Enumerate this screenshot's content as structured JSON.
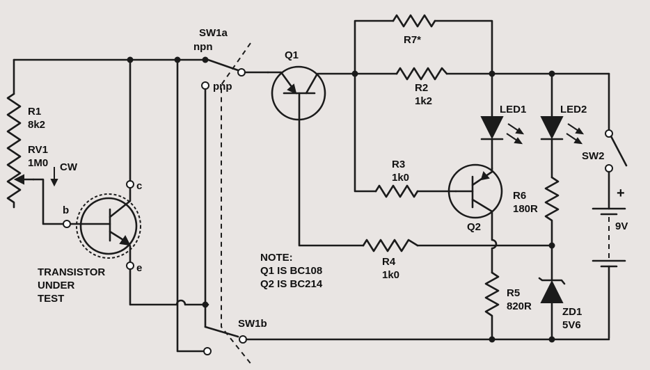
{
  "components": {
    "r1": {
      "ref": "R1",
      "value": "8k2"
    },
    "rv1": {
      "ref": "RV1",
      "value": "1M0",
      "note": "CW"
    },
    "r2": {
      "ref": "R2",
      "value": "1k2"
    },
    "r3": {
      "ref": "R3",
      "value": "1k0"
    },
    "r4": {
      "ref": "R4",
      "value": "1k0"
    },
    "r5": {
      "ref": "R5",
      "value": "820R"
    },
    "r6": {
      "ref": "R6",
      "value": "180R"
    },
    "r7": {
      "ref": "R7*"
    },
    "q1": {
      "ref": "Q1"
    },
    "q2": {
      "ref": "Q2"
    },
    "led1": {
      "ref": "LED1"
    },
    "led2": {
      "ref": "LED2"
    },
    "zd1": {
      "ref": "ZD1",
      "value": "5V6"
    },
    "sw1a": {
      "ref": "SW1a",
      "pos1": "npn",
      "pos2": "pnp"
    },
    "sw1b": {
      "ref": "SW1b"
    },
    "sw2": {
      "ref": "SW2"
    },
    "battery": {
      "value": "9V",
      "polarity": "+"
    }
  },
  "dut": {
    "line1": "TRANSISTOR",
    "line2": "UNDER",
    "line3": "TEST",
    "pin_b": "b",
    "pin_c": "c",
    "pin_e": "e"
  },
  "note": {
    "heading": "NOTE:",
    "line1": "Q1 IS BC108",
    "line2": "Q2 IS BC214"
  }
}
